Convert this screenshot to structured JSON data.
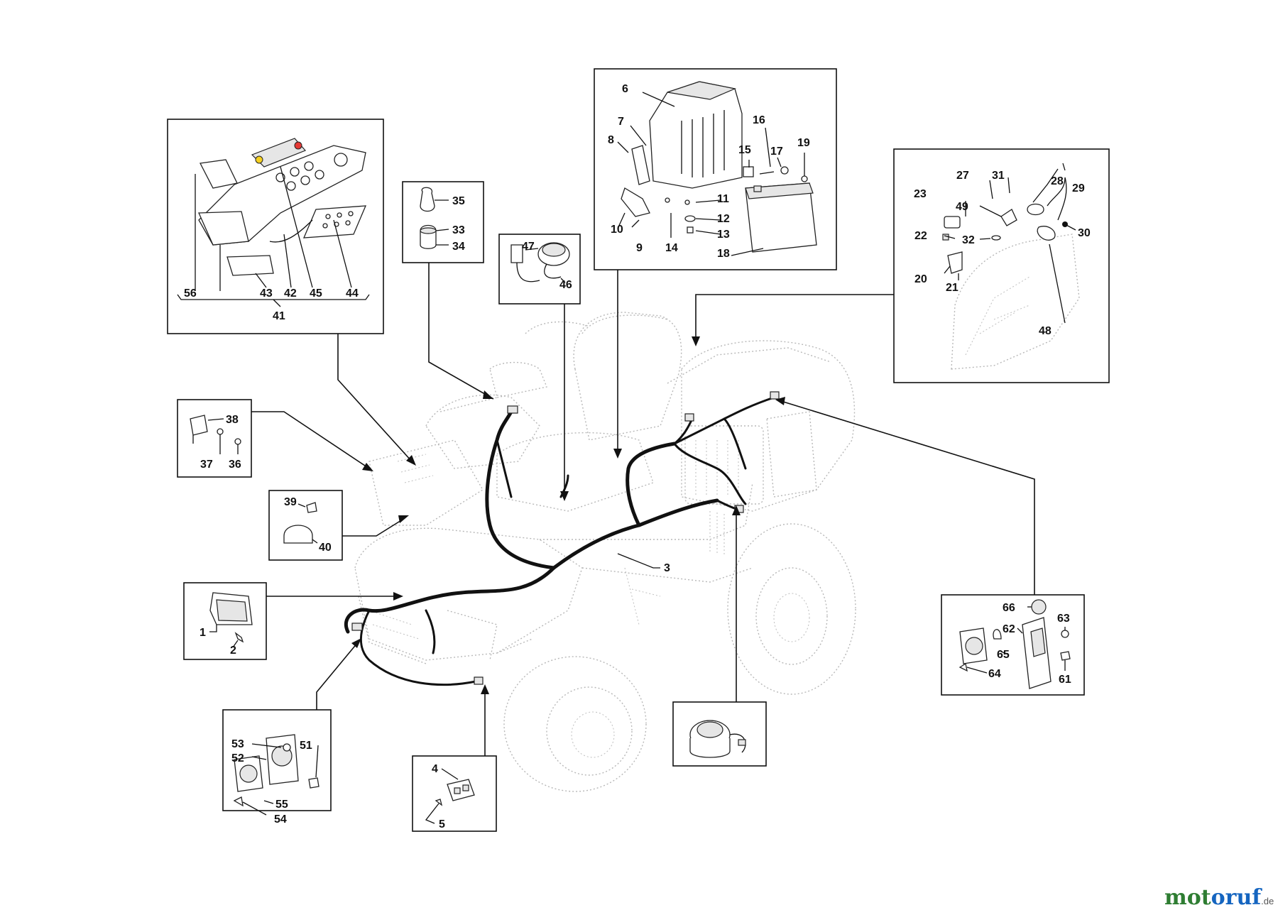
{
  "diagram": {
    "main_labels": {
      "harness": "3"
    },
    "boxes": {
      "dashboard": {
        "labels": [
          "56",
          "43",
          "42",
          "45",
          "44"
        ],
        "group": "41"
      },
      "battery": {
        "labels": [
          "6",
          "7",
          "8",
          "9",
          "10",
          "11",
          "12",
          "13",
          "14",
          "15",
          "16",
          "17",
          "18",
          "19"
        ]
      },
      "switch": {
        "labels": [
          "35",
          "33",
          "34"
        ]
      },
      "sensor": {
        "labels": [
          "47",
          "46"
        ]
      },
      "hitch": {
        "labels": [
          "23",
          "27",
          "31",
          "28",
          "29",
          "49",
          "22",
          "32",
          "30",
          "20",
          "21",
          "48"
        ]
      },
      "relay": {
        "labels": [
          "38",
          "37",
          "36"
        ]
      },
      "cap": {
        "labels": [
          "39",
          "40"
        ]
      },
      "light": {
        "labels": [
          "1",
          "2"
        ]
      },
      "socket_rear": {
        "labels": [
          "66",
          "63",
          "62",
          "65",
          "61",
          "64"
        ]
      },
      "socket_front": {
        "labels": [
          "53",
          "51",
          "52",
          "55",
          "54"
        ]
      },
      "connector": {
        "labels": [
          "4",
          "5"
        ]
      }
    }
  },
  "brand": {
    "p1": "mot",
    "p2": "oruf",
    "p3": "",
    "tld": ".de"
  },
  "colors": {
    "ink": "#111111",
    "ghost": "#b8b8b8",
    "brand_green": "#2e7d32",
    "brand_blue": "#1565c0",
    "brand_yellow": "#f9a825"
  }
}
